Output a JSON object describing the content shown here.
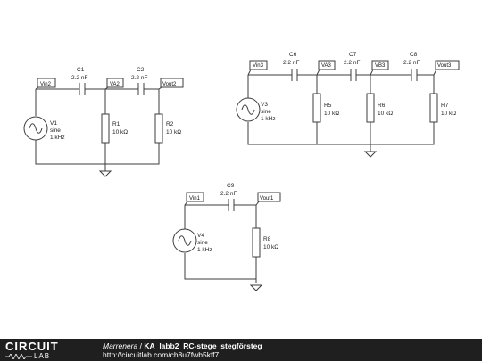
{
  "nodes": {
    "vin2": "Vin2",
    "va2": "VA2",
    "vout2": "Vout2",
    "vin3": "Vin3",
    "va3": "VA3",
    "vb3": "VB3",
    "vout3": "Vout3",
    "vin1": "Vin1",
    "vout1": "Vout1"
  },
  "components": {
    "c1": {
      "name": "C1",
      "value": "2.2 nF"
    },
    "c2": {
      "name": "C2",
      "value": "2.2 nF"
    },
    "c6": {
      "name": "C6",
      "value": "2.2 nF"
    },
    "c7": {
      "name": "C7",
      "value": "2.2 nF"
    },
    "c8": {
      "name": "C8",
      "value": "2.2 nF"
    },
    "c9": {
      "name": "C9",
      "value": "2.2 nF"
    },
    "r1": {
      "name": "R1",
      "value": "10 kΩ"
    },
    "r2": {
      "name": "R2",
      "value": "10 kΩ"
    },
    "r5": {
      "name": "R5",
      "value": "10 kΩ"
    },
    "r6": {
      "name": "R6",
      "value": "10 kΩ"
    },
    "r7": {
      "name": "R7",
      "value": "10 kΩ"
    },
    "r8": {
      "name": "R8",
      "value": "10 kΩ"
    },
    "v1": {
      "name": "V1",
      "type": "sine",
      "freq": "1 kHz"
    },
    "v3": {
      "name": "V3",
      "type": "sine",
      "freq": "1 kHz"
    },
    "v4": {
      "name": "V4",
      "type": "sine",
      "freq": "1 kHz"
    }
  },
  "footer": {
    "brand_top": "CIRCUIT",
    "brand_bottom": "LAB",
    "author": "Marrenera",
    "separator": " / ",
    "title": "KA_labb2_RC-stege_stegförsteg",
    "url": "http://circuitlab.com/ch8u7fwb5kff7"
  }
}
